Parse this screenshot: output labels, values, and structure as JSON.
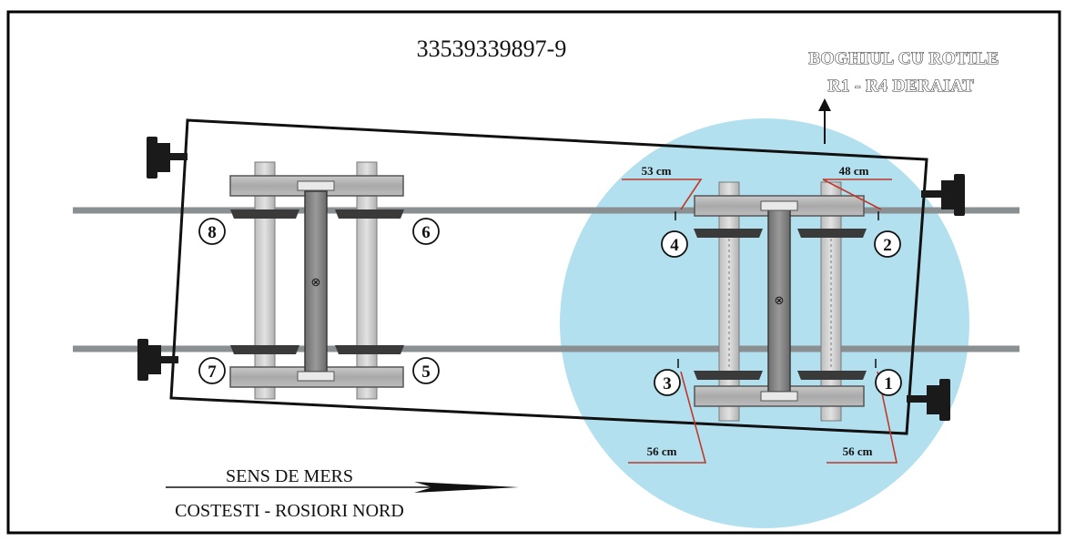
{
  "wagon_number": "33539339897-9",
  "derailed_bogie_label": {
    "line1": "BOGHIUL CU ROTILE",
    "line2": "R1 - R4 DERAIAT"
  },
  "direction": {
    "line1": "SENS DE MERS",
    "line2": "COSTESTI - ROSIORI NORD"
  },
  "measurements": {
    "wheel4_offset": "53 cm",
    "wheel2_offset": "48 cm",
    "wheel3_offset": "56 cm",
    "wheel1_offset": "56 cm"
  },
  "wheels": {
    "w1": "1",
    "w2": "2",
    "w3": "3",
    "w4": "4",
    "w5": "5",
    "w6": "6",
    "w7": "7",
    "w8": "8"
  },
  "center_symbol": "⊗",
  "colors": {
    "highlight_circle": "#b3e0ef",
    "rail": "#8a8f92",
    "frame": "#b4b4b4",
    "dark": "#333333",
    "measure_line": "#c0392b"
  }
}
